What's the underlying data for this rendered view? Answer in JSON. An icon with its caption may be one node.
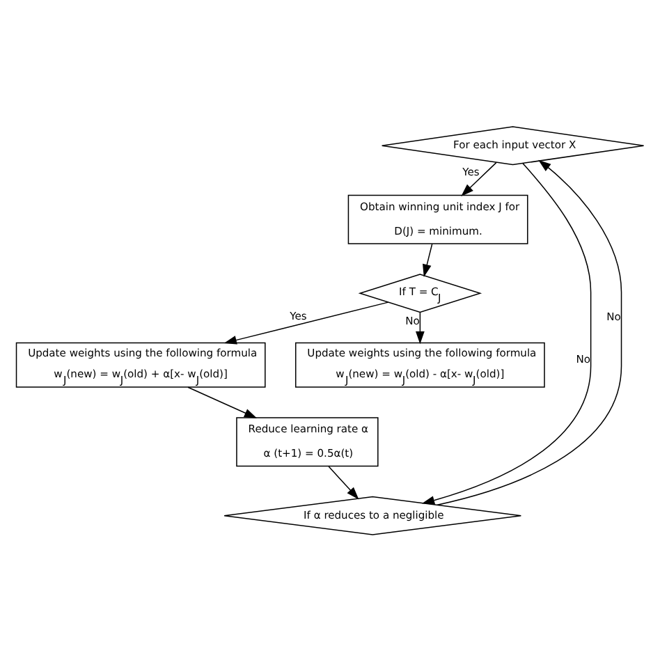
{
  "diagram": {
    "nodes": [
      {
        "text": [
          "For each input vector X"
        ]
      },
      {
        "text": [
          "Obtain winning unit index J for",
          "D(J) = minimum."
        ]
      },
      {
        "text": [
          "If T = C$_{J}$"
        ]
      },
      {
        "text": [
          "Update weights using the following formula",
          "w$_{J}$(new) = w$_{J}$(old) + α[x- w$_{J}$(old)]"
        ]
      },
      {
        "text": [
          "Update weights using the following formula",
          "w$_{J}$(new) = w$_{J}$(old) - α[x- w$_{J}$(old)]"
        ]
      },
      {
        "text": [
          "Reduce learning rate α",
          "α (t+1) = 0.5α(t)"
        ]
      },
      {
        "text": [
          "If α reduces to a negligible"
        ]
      }
    ],
    "edges": [
      {
        "from": 0,
        "to": 1,
        "arrow": "to",
        "label": "Yes"
      },
      {
        "from": 1,
        "to": 2,
        "arrow": "to"
      },
      {
        "from": 2,
        "to": 3,
        "arrow": "to",
        "label": "Yes"
      },
      {
        "from": 2,
        "to": 4,
        "arrow": "to",
        "label": "No"
      },
      {
        "from": 3,
        "to": 5,
        "arrow": "to"
      },
      {
        "from": 5,
        "to": 6,
        "arrow": "to"
      },
      {
        "from": 0,
        "to": 6,
        "arrow": "to",
        "label": "No"
      },
      {
        "from": 6,
        "to": 0,
        "arrow": "to",
        "label": "No"
      }
    ]
  }
}
